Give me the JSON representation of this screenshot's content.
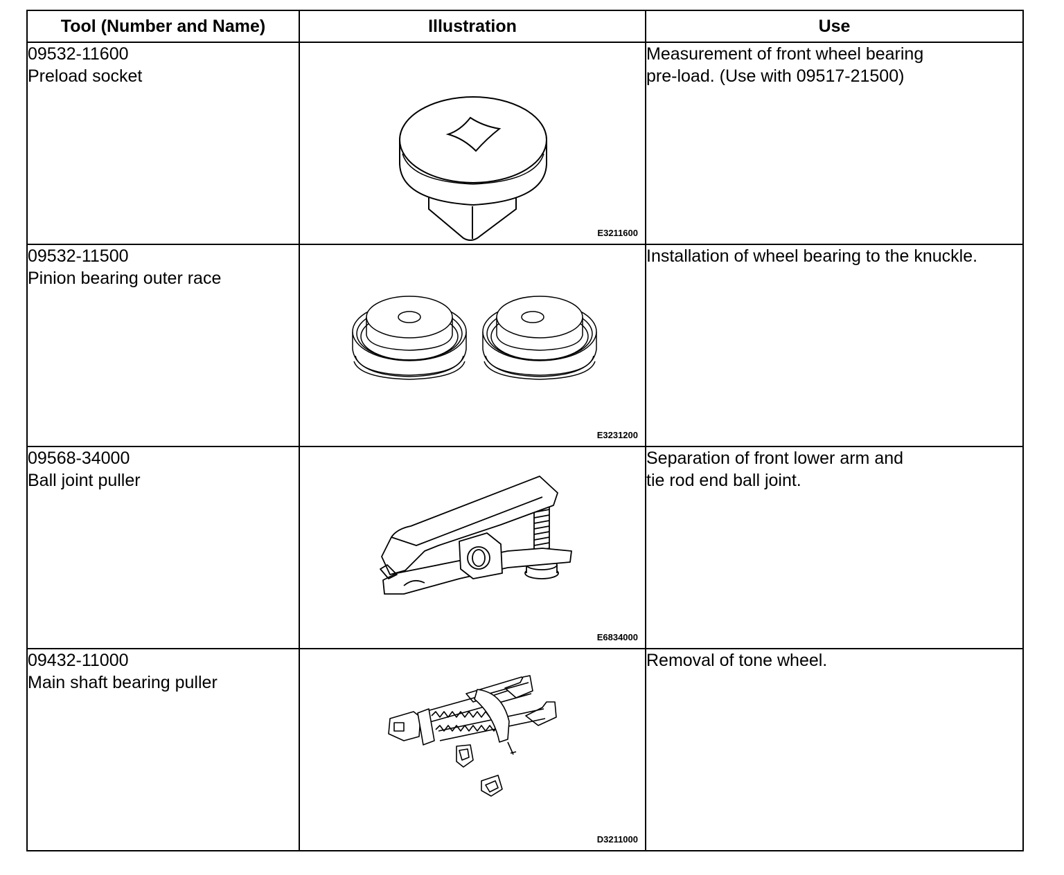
{
  "headers": {
    "tool": "Tool (Number and Name)",
    "illustration": "Illustration",
    "use": "Use"
  },
  "rows": [
    {
      "number": "09532-11600",
      "name": "Preload socket",
      "illustration": "preload-socket-drawing",
      "code": "E3211600",
      "use_lines": [
        "Measurement of front wheel bearing",
        "pre-load.  (Use with 09517-21500)"
      ]
    },
    {
      "number": "09532-11500",
      "name": "Pinion bearing outer race",
      "illustration": "bearing-race-drawing",
      "code": "E3231200",
      "use_lines": [
        "Installation of wheel bearing to the knuckle."
      ]
    },
    {
      "number": "09568-34000",
      "name": "Ball joint puller",
      "illustration": "ball-joint-puller-drawing",
      "code": "E6834000",
      "use_lines": [
        "Separation of front lower arm and",
        "tie rod end ball joint."
      ]
    },
    {
      "number": "09432-11000",
      "name": "Main shaft bearing puller",
      "illustration": "bearing-puller-drawing",
      "code": "D3211000",
      "use_lines": [
        "Removal of tone wheel."
      ]
    }
  ]
}
